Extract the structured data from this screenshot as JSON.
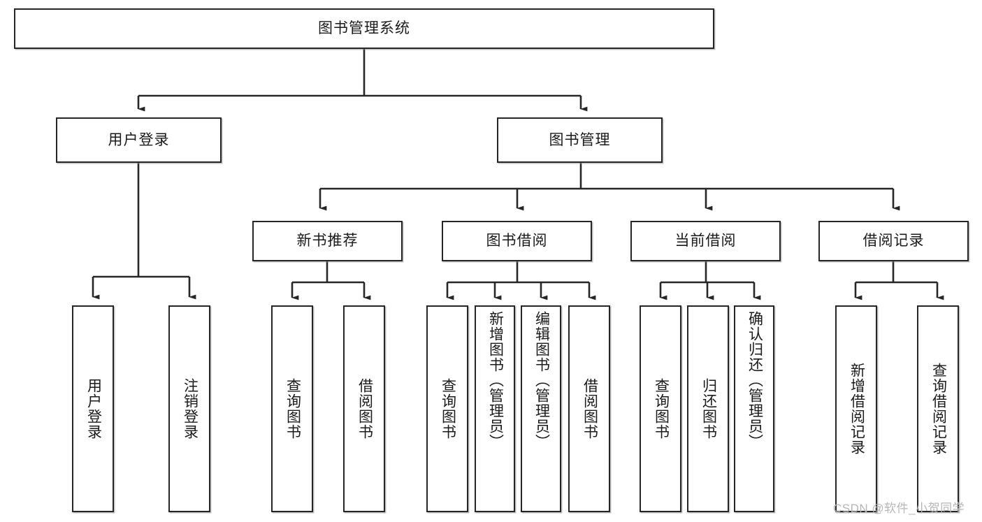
{
  "diagram": {
    "type": "tree",
    "title": "图书管理系统",
    "orientation": "top-down",
    "colors": {
      "node_border": "#262626",
      "node_fill": "#ffffff",
      "edge": "#262626",
      "text": "#1a1a1a",
      "watermark": "#b6b6b6",
      "background": "#ffffff"
    }
  },
  "root": {
    "label": "图书管理系统"
  },
  "level1": [
    {
      "label": "用户登录"
    },
    {
      "label": "图书管理"
    }
  ],
  "level2": [
    {
      "label": "新书推荐"
    },
    {
      "label": "图书借阅"
    },
    {
      "label": "当前借阅"
    },
    {
      "label": "借阅记录"
    }
  ],
  "leaves": {
    "user_login": [
      {
        "label": "用户登录"
      },
      {
        "label": "注销登录"
      }
    ],
    "new_book_recommend": [
      {
        "label": "查询图书"
      },
      {
        "label": "借阅图书"
      }
    ],
    "book_borrow": [
      {
        "label": "查询图书"
      },
      {
        "label": "新增图书（管理员）"
      },
      {
        "label": "编辑图书（管理员）"
      },
      {
        "label": "借阅图书"
      }
    ],
    "current_borrow": [
      {
        "label": "查询图书"
      },
      {
        "label": "归还图书"
      },
      {
        "label": "确认归还（管理员）"
      }
    ],
    "borrow_record": [
      {
        "label": "新增借阅记录"
      },
      {
        "label": "查询借阅记录"
      }
    ]
  },
  "watermark": {
    "text": "CSDN @软件_小贺同学"
  }
}
